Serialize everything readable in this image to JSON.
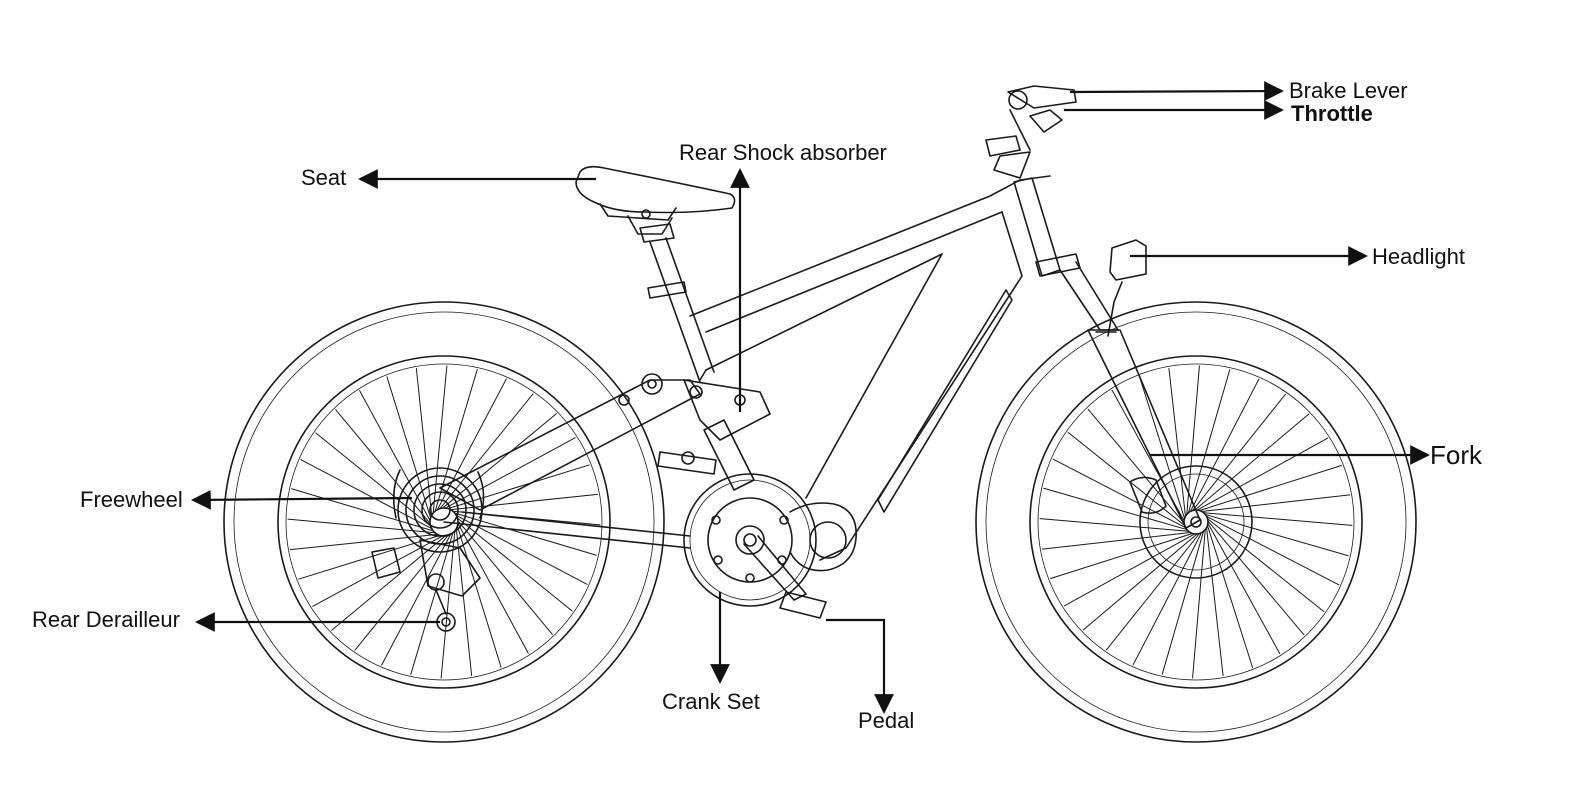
{
  "labels": {
    "brake_lever": "Brake Lever",
    "throttle": "Throttle",
    "rear_shock": "Rear Shock absorber",
    "seat": "Seat",
    "headlight": "Headlight",
    "fork": "Fork",
    "freewheel": "Freewheel",
    "rear_derailleur": "Rear Derailleur",
    "crank_set": "Crank Set",
    "pedal": "Pedal"
  },
  "colors": {
    "line": "#1a1a1a",
    "background": "#ffffff"
  }
}
